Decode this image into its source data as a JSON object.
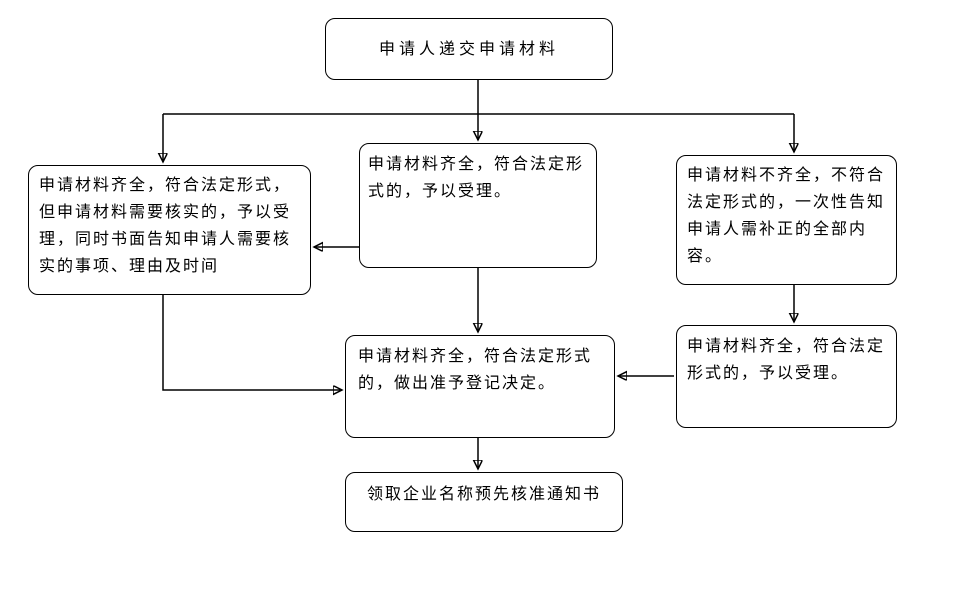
{
  "diagram": {
    "type": "flowchart",
    "colors": {
      "background": "#ffffff",
      "box_fill": "#ffffff",
      "box_border": "#000000",
      "line": "#000000",
      "text": "#000000"
    },
    "nodes": [
      {
        "id": "submit",
        "label": "申请人递交申请材料"
      },
      {
        "id": "accept_needs_verification",
        "label": "申请材料齐全，符合法定形式，但申请材料需要核实的，予以受理，同时书面告知申请人需要核实的事项、理由及时间"
      },
      {
        "id": "accept_complete",
        "label": "申请材料齐全，符合法定形式的，予以受理。"
      },
      {
        "id": "incomplete_notify",
        "label": "申请材料不齐全，不符合法定形式的，一次性告知申请人需补正的全部内容。"
      },
      {
        "id": "accept_after_correction",
        "label": "申请材料齐全，符合法定形式的，予以受理。"
      },
      {
        "id": "registration_decision",
        "label": "申请材料齐全，符合法定形式的，做出准予登记决定。"
      },
      {
        "id": "receive_notice",
        "label": "领取企业名称预先核准通知书"
      }
    ],
    "edges": [
      {
        "from": "submit",
        "to": "accept_complete"
      },
      {
        "from": "submit",
        "to": "accept_needs_verification"
      },
      {
        "from": "submit",
        "to": "incomplete_notify"
      },
      {
        "from": "accept_complete",
        "to": "accept_needs_verification"
      },
      {
        "from": "accept_complete",
        "to": "registration_decision"
      },
      {
        "from": "accept_needs_verification",
        "to": "registration_decision"
      },
      {
        "from": "incomplete_notify",
        "to": "accept_after_correction"
      },
      {
        "from": "accept_after_correction",
        "to": "registration_decision"
      },
      {
        "from": "registration_decision",
        "to": "receive_notice"
      }
    ]
  }
}
